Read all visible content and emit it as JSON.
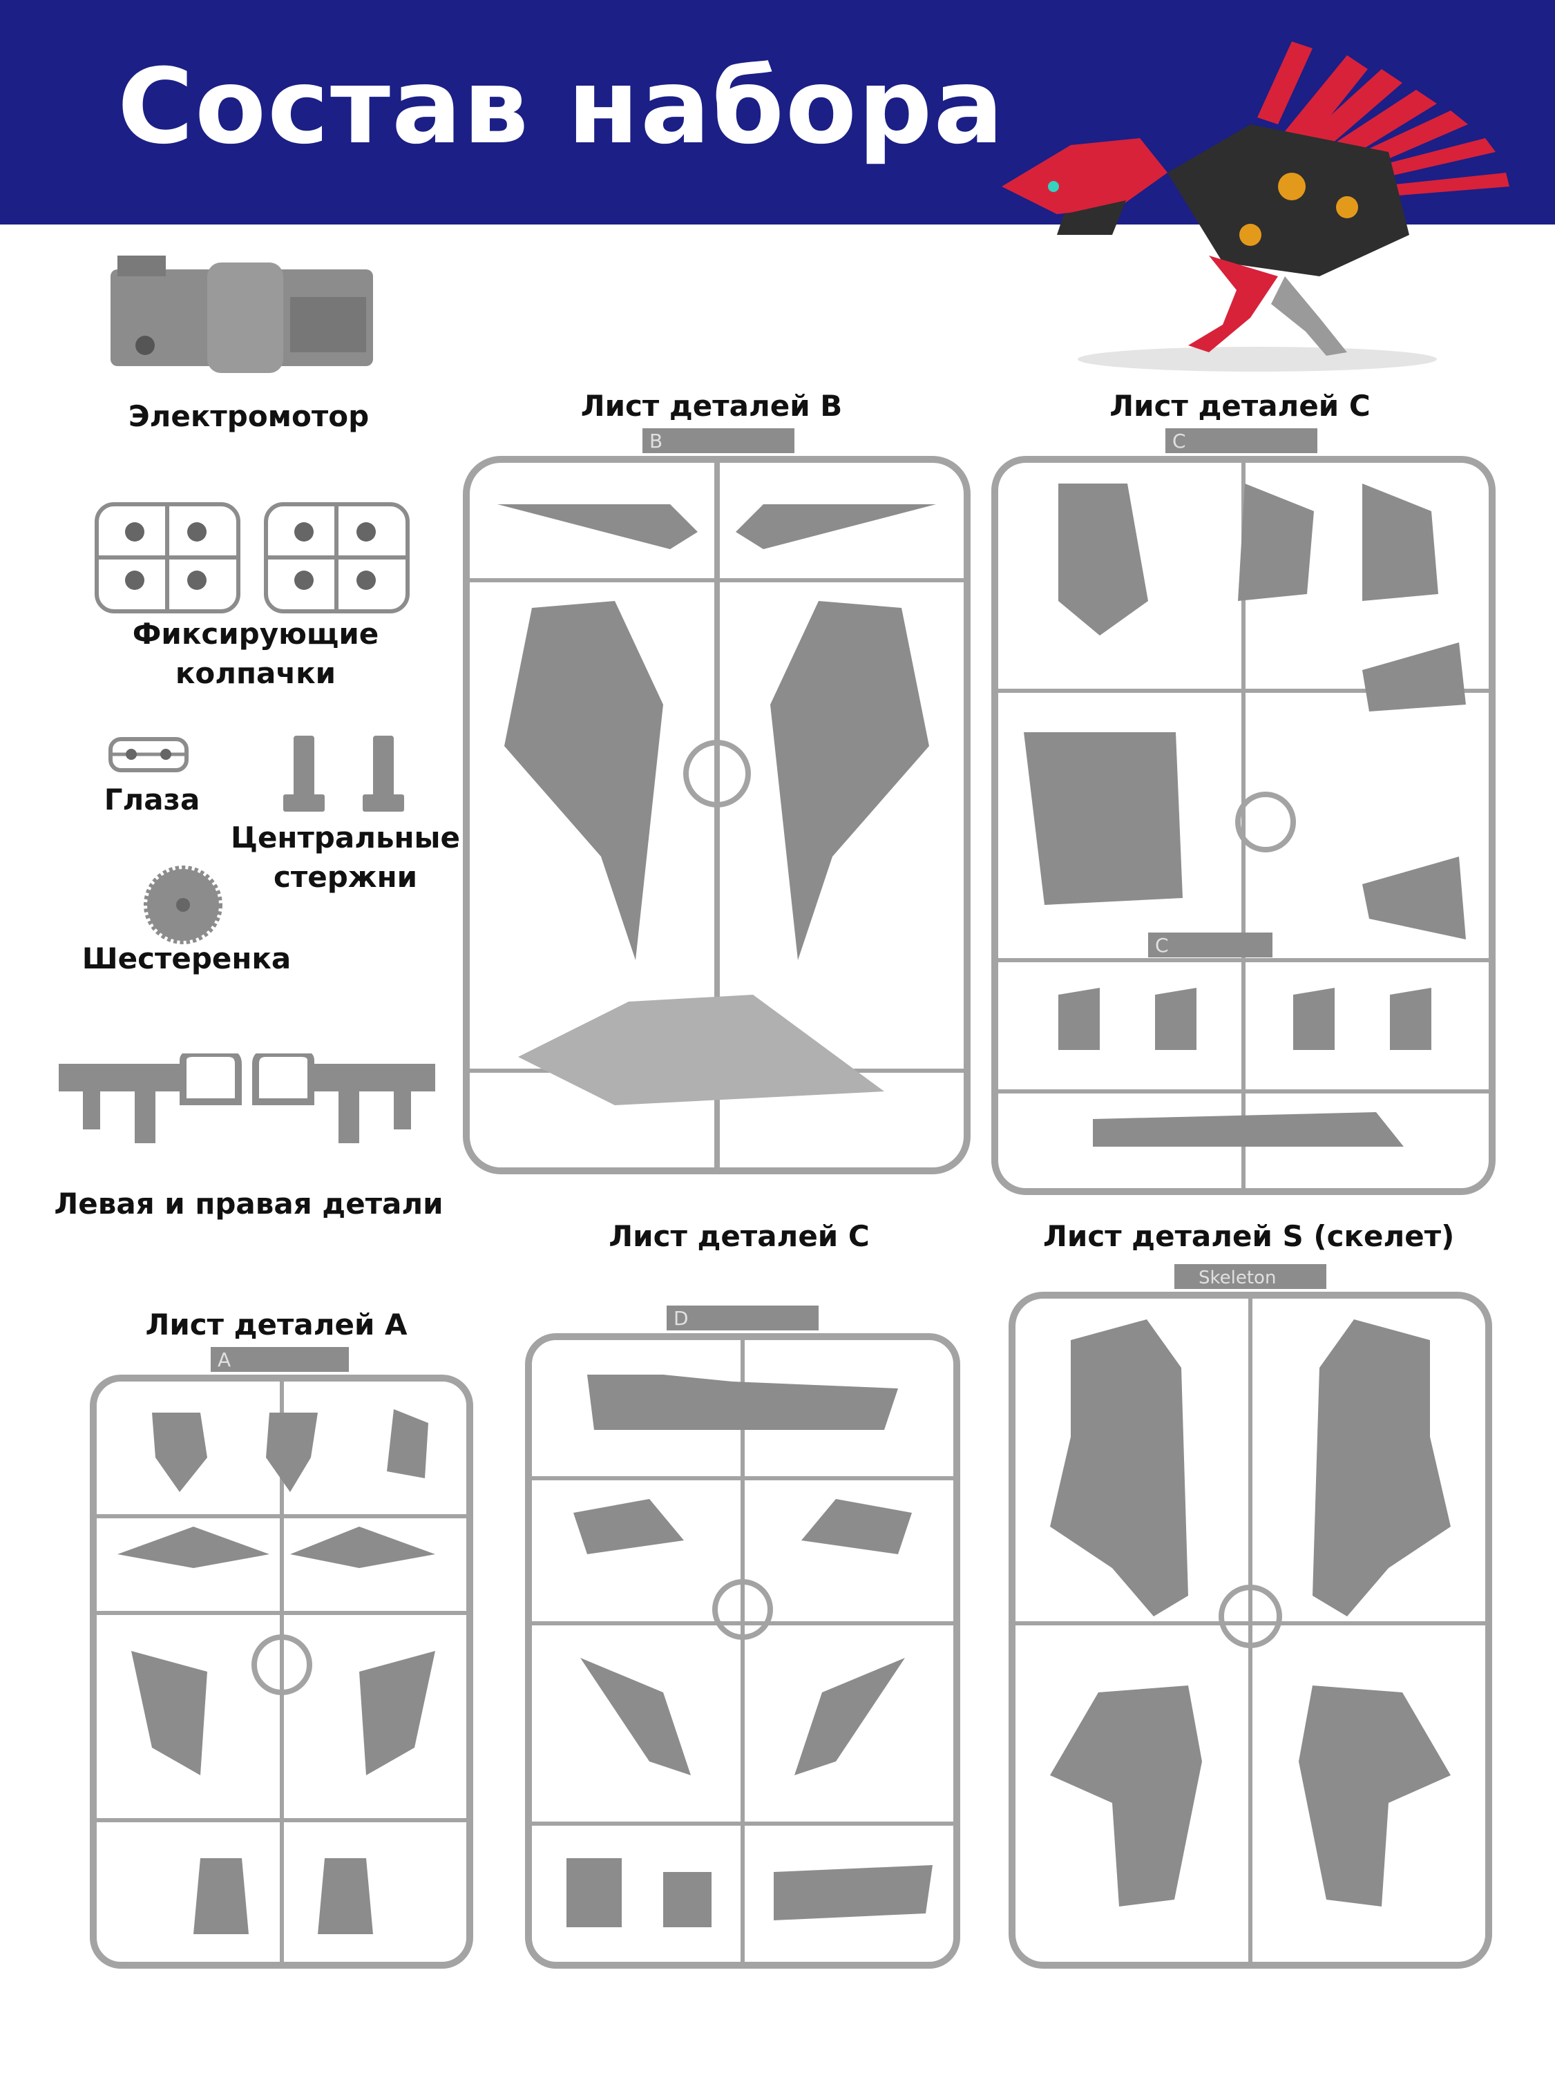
{
  "header": {
    "title": "Состав набора",
    "accent": "#1b1f86"
  },
  "parts": {
    "motor": "Электромотор",
    "caps": "Фиксирующие\nколпачки",
    "eyes": "Глаза",
    "rods": "Центральные\nстержни",
    "gear": "Шестеренка",
    "sides": "Левая и правая детали"
  },
  "sheets": {
    "b": {
      "title": "Лист деталей B",
      "tab": "B"
    },
    "c1": {
      "title": "Лист деталей C",
      "tab": "C",
      "tab2": "C"
    },
    "c2": {
      "title": "Лист деталей C",
      "tab": "D"
    },
    "s": {
      "title": "Лист деталей S (скелет)",
      "tab": "Skeleton"
    },
    "a": {
      "title": "Лист деталей A",
      "tab": "A"
    }
  },
  "colors": {
    "plastic": "#8c8c8c",
    "runner": "#a3a3a3",
    "bird_red": "#d8223a",
    "bird_dark": "#2e2e2e"
  },
  "icons": [
    "robot-bird-image",
    "motor-icon",
    "caps-icon",
    "eyes-icon",
    "rods-icon",
    "gear-icon",
    "side-parts-icon"
  ]
}
